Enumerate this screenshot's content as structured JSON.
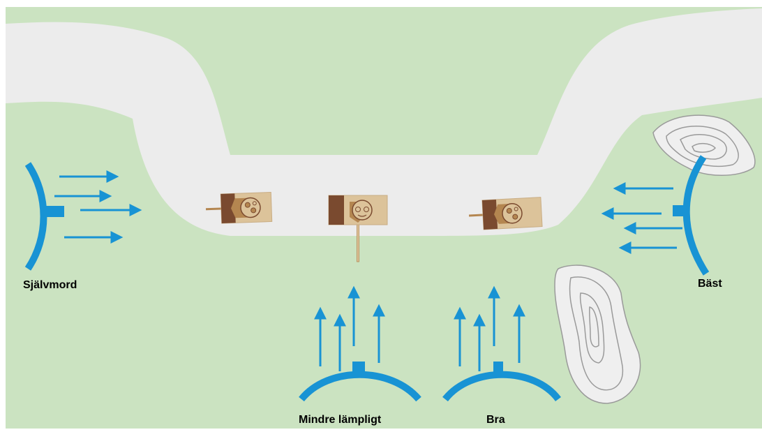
{
  "labels": {
    "left": "Självmord",
    "bottom_left": "Mindre lämpligt",
    "bottom_right": "Bra",
    "right": "Bäst"
  },
  "colors": {
    "background": "#ffffff",
    "terrain": "#cbe3c1",
    "road": "#ececec",
    "hill_fill": "#efefef",
    "hill_line": "#9a9a9a",
    "force": "#1893d4",
    "tank_light": "#dcc39a",
    "tank_dark": "#7a4a2f",
    "tank_turret": "#b48650"
  }
}
